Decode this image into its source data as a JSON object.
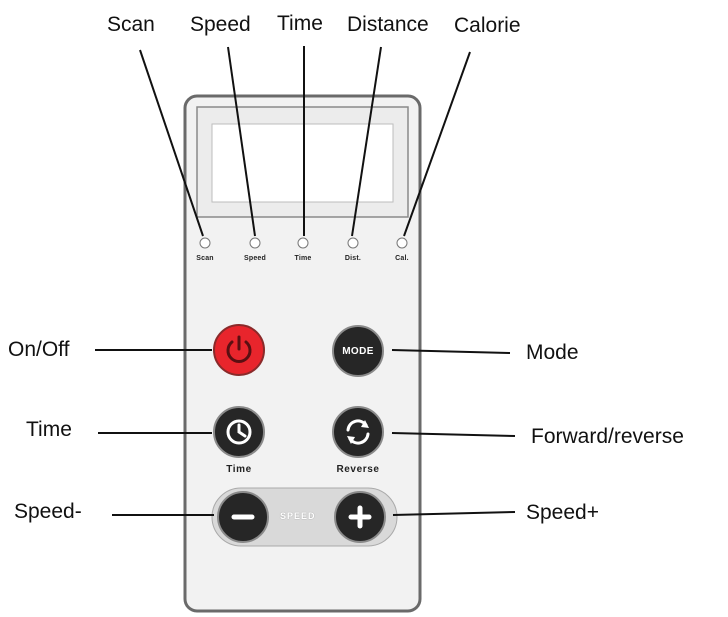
{
  "top_labels": {
    "scan": "Scan",
    "speed": "Speed",
    "time": "Time",
    "distance": "Distance",
    "calorie": "Calorie"
  },
  "led_labels": {
    "scan": "Scan",
    "speed": "Speed",
    "time": "Time",
    "dist": "Dist.",
    "cal": "Cal."
  },
  "side_labels": {
    "on_off": "On/Off",
    "mode": "Mode",
    "time": "Time",
    "forward_reverse": "Forward/reverse",
    "speed_minus": "Speed-",
    "speed_plus": "Speed+"
  },
  "buttons": {
    "mode_text": "MODE",
    "time_caption": "Time",
    "reverse_caption": "Reverse",
    "speed_bar_text": "SPEED"
  },
  "icons": {
    "power": "power-icon",
    "clock": "clock-icon",
    "reverse": "rotate-icon",
    "minus": "minus-icon",
    "plus": "plus-icon"
  },
  "colors": {
    "power_button": "#e8252c",
    "dark_button": "#262626",
    "remote_body": "#f2f2f2",
    "remote_outline": "#6a6a6a"
  }
}
